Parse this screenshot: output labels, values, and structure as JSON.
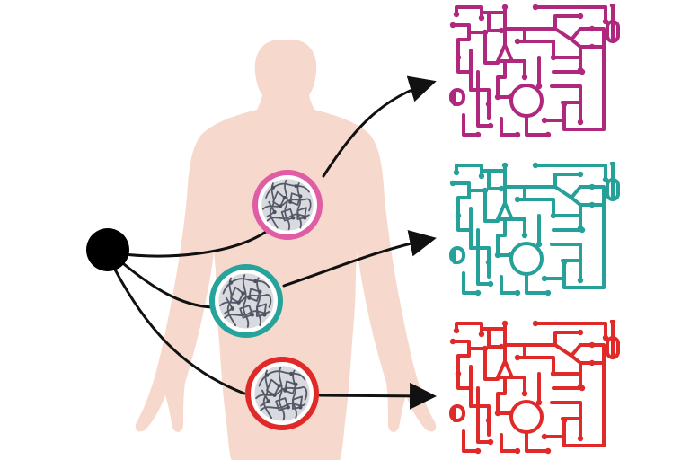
{
  "colors": {
    "body": "#f7d8cc",
    "source": "#000000",
    "arrow": "#111111",
    "tissue_stroke": "#555a66",
    "tissue_fill": "#e6e7eb"
  },
  "icons": {
    "source": "source-cell-dot",
    "figure": "human-body-silhouette",
    "tissue": "tissue-cluster-icon",
    "network": "metabolic-network-icon"
  },
  "tissues": [
    {
      "id": "chest",
      "ring_color": "#e05ca4",
      "network_color": "#b0287e"
    },
    {
      "id": "abdomen",
      "ring_color": "#26a39a",
      "network_color": "#25a199"
    },
    {
      "id": "pelvis",
      "ring_color": "#e02a2a",
      "network_color": "#e02a2a"
    }
  ]
}
